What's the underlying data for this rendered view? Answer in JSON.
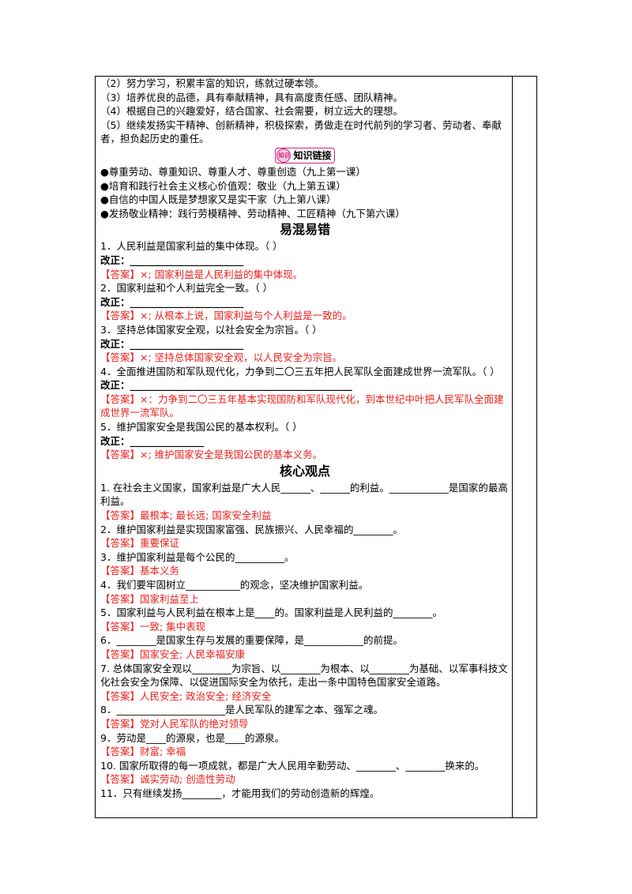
{
  "intro_items": [
    "（2）努力学习，积累丰富的知识，练就过硬本领。",
    "（3）培养优良的品德，具有奉献精神，具有高度责任感、团队精神。",
    "（4）根据自己的兴趣爱好，结合国家、社会需要，树立远大的理想。"
  ],
  "intro_item5": "（5）继续发扬实干精神、创新精神，积极探索，勇做走在时代前列的学习者、劳动者、奉献者，担负起历史的重任。",
  "knowledge_link": {
    "title": "知识链接",
    "icon_text": "知识",
    "items": [
      "●尊重劳动、尊重知识、尊重人才、尊重创造（九上第一课）",
      "●培育和践行社会主义核心价值观：敬业（九上第五课）",
      "●自信的中国人既是梦想家又是实干家（九上第八课）",
      "●发扬敬业精神：践行劳模精神、劳动精神、工匠精神（九下第六课）"
    ]
  },
  "section_confusing": {
    "title": "易混易错",
    "correction_label": "改正：",
    "items": [
      {
        "q": "1．人民利益是国家利益的集中体现。（    ）",
        "blank": "_______________________",
        "a": "【答案】×;   国家利益是人民利益的集中体现。"
      },
      {
        "q": "2．国家利益和个人利益完全一致。（    ）",
        "blank": "_______________________",
        "a": "【答案】×;   从根本上说，国家利益与个人利益是一致的。"
      },
      {
        "q": "3．坚持总体国家安全观，以社会安全为宗旨。（    ）",
        "blank": "_______________________",
        "a": "【答案】×;   坚持总体国家安全观，以人民安全为宗旨。"
      },
      {
        "q": "4．全面推进国防和军队现代化，力争到二〇三五年把人民军队全面建成世界一流军队。（    ）",
        "blank": "_____________________________________________",
        "a": "【答案】×：力争到二〇三五年基本实现国防和军队现代化，到本世纪中叶把人民军队全面建成世界一流军队。"
      },
      {
        "q": "5．维护国家安全是我国公民的基本权利。（    ）",
        "blank": "_______________",
        "a": "【答案】×;   维护国家安全是我国公民的基本义务。"
      }
    ]
  },
  "section_core": {
    "title": "核心观点",
    "items": [
      {
        "q": "1. 在社会主义国家，国家利益是广大人民______、______的利益。____________是国家的最高利益。",
        "a": "【答案】最根本;   最长远;   国家安全利益"
      },
      {
        "q": "2．维护国家利益是实现国家富强、民族振兴、人民幸福的________。",
        "a": "【答案】重要保证"
      },
      {
        "q": "3．维护国家利益是每个公民的__________。",
        "a": "【答案】基本义务"
      },
      {
        "q": "4．我们要牢固树立___________的观念，坚决维护国家利益。",
        "a": "【答案】国家利益至上"
      },
      {
        "q": "5．国家利益与人民利益在根本上是____的。国家利益是人民利益的________。",
        "a": "【答案】一致;   集中表现"
      },
      {
        "q": "6．________是国家生存与发展的重要保障，是____________的前提。",
        "a": "【答案】国家安全;   人民幸福安康"
      },
      {
        "q": "7. 总体国家安全观以________为宗旨、以________为根本、以________为基础、以军事科技文化社会安全为保障、以促进国际安全为依托，走出一条中国特色国家安全道路。",
        "a": "【答案】人民安全;   政治安全;   经济安全"
      },
      {
        "q": "8．______________________是人民军队的建军之本、强军之魂。",
        "a": "【答案】党对人民军队的绝对领导"
      },
      {
        "q": "9．劳动是____的源泉，也是____的源泉。",
        "a": "【答案】财富;   幸福"
      },
      {
        "q": "10. 国家所取得的每一项成就，都是广大人民用辛勤劳动、________、________换来的。",
        "a": "【答案】诚实劳动;   创造性劳动"
      },
      {
        "q": "11．只有继续发扬________，才能用我们的劳动创造新的辉煌。",
        "a": ""
      }
    ]
  }
}
